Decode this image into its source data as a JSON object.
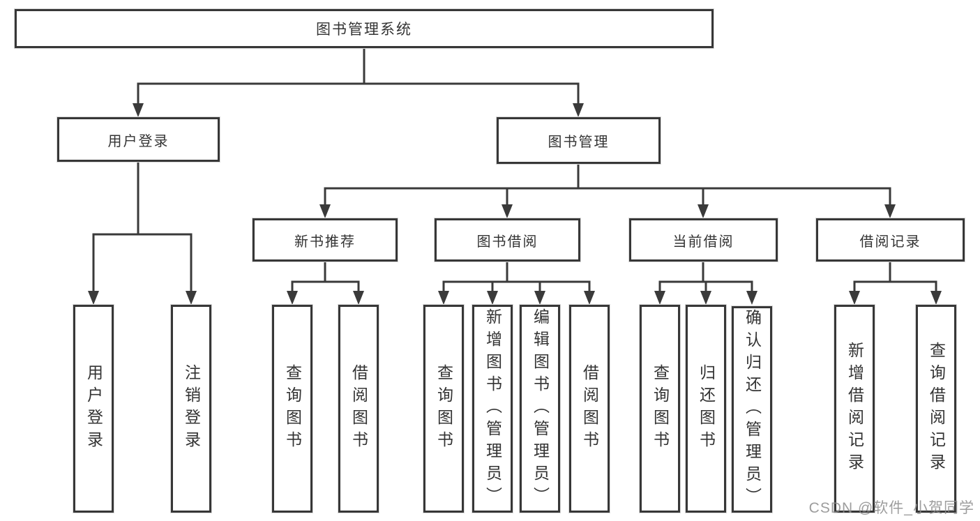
{
  "tree": {
    "root": {
      "label": "图书管理系统"
    },
    "branches": [
      {
        "label": "用户登录",
        "children": [
          {
            "label": "用户登录"
          },
          {
            "label": "注销登录"
          }
        ]
      },
      {
        "label": "图书管理",
        "children": [
          {
            "label": "新书推荐",
            "children": [
              {
                "label": "查询图书"
              },
              {
                "label": "借阅图书"
              }
            ]
          },
          {
            "label": "图书借阅",
            "children": [
              {
                "label": "查询图书"
              },
              {
                "label": "新增图书（管理员）"
              },
              {
                "label": "编辑图书（管理员）"
              },
              {
                "label": "借阅图书"
              }
            ]
          },
          {
            "label": "当前借阅",
            "children": [
              {
                "label": "查询图书"
              },
              {
                "label": "归还图书"
              },
              {
                "label": "确认归还（管理员）"
              }
            ]
          },
          {
            "label": "借阅记录",
            "children": [
              {
                "label": "新增借阅记录"
              },
              {
                "label": "查询借阅记录"
              }
            ]
          }
        ]
      }
    ]
  },
  "watermark": {
    "text": "CSDN @软件_小贺同学"
  },
  "colors": {
    "line": "#3a3a3a",
    "border": "#373737",
    "text": "#333333",
    "watermark": "#8c8c8c",
    "background": "#ffffff"
  }
}
